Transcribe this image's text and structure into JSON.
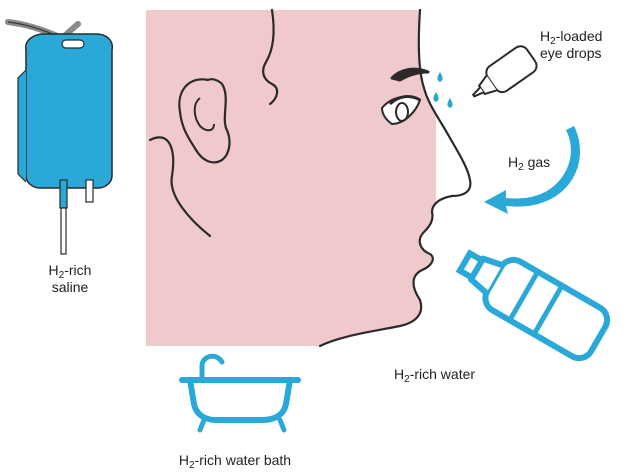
{
  "colors": {
    "skin": "#efc9cb",
    "accent": "#2aa9d8",
    "outline": "#2a2a2a",
    "tube": "#8a8a8a"
  },
  "icons": {
    "iv_bag": "iv-saline-bag-icon",
    "eye_dropper": "eye-dropper-icon",
    "gas_arrow": "curved-arrow-icon",
    "bottle": "water-bottle-icon",
    "bath": "bathtub-icon",
    "face": "face-profile-icon"
  },
  "labels": {
    "saline": {
      "h": "H",
      "sub": "2",
      "line1_rest": "-rich",
      "line2": "saline"
    },
    "eye_drops": {
      "h": "H",
      "sub": "2",
      "line1_rest": "-loaded",
      "line2": "eye drops"
    },
    "gas": {
      "h": "H",
      "sub": "2",
      "rest": " gas"
    },
    "water": {
      "h": "H",
      "sub": "2",
      "rest": "-rich water"
    },
    "bath": {
      "h": "H",
      "sub": "2",
      "rest": "-rich water bath"
    }
  }
}
